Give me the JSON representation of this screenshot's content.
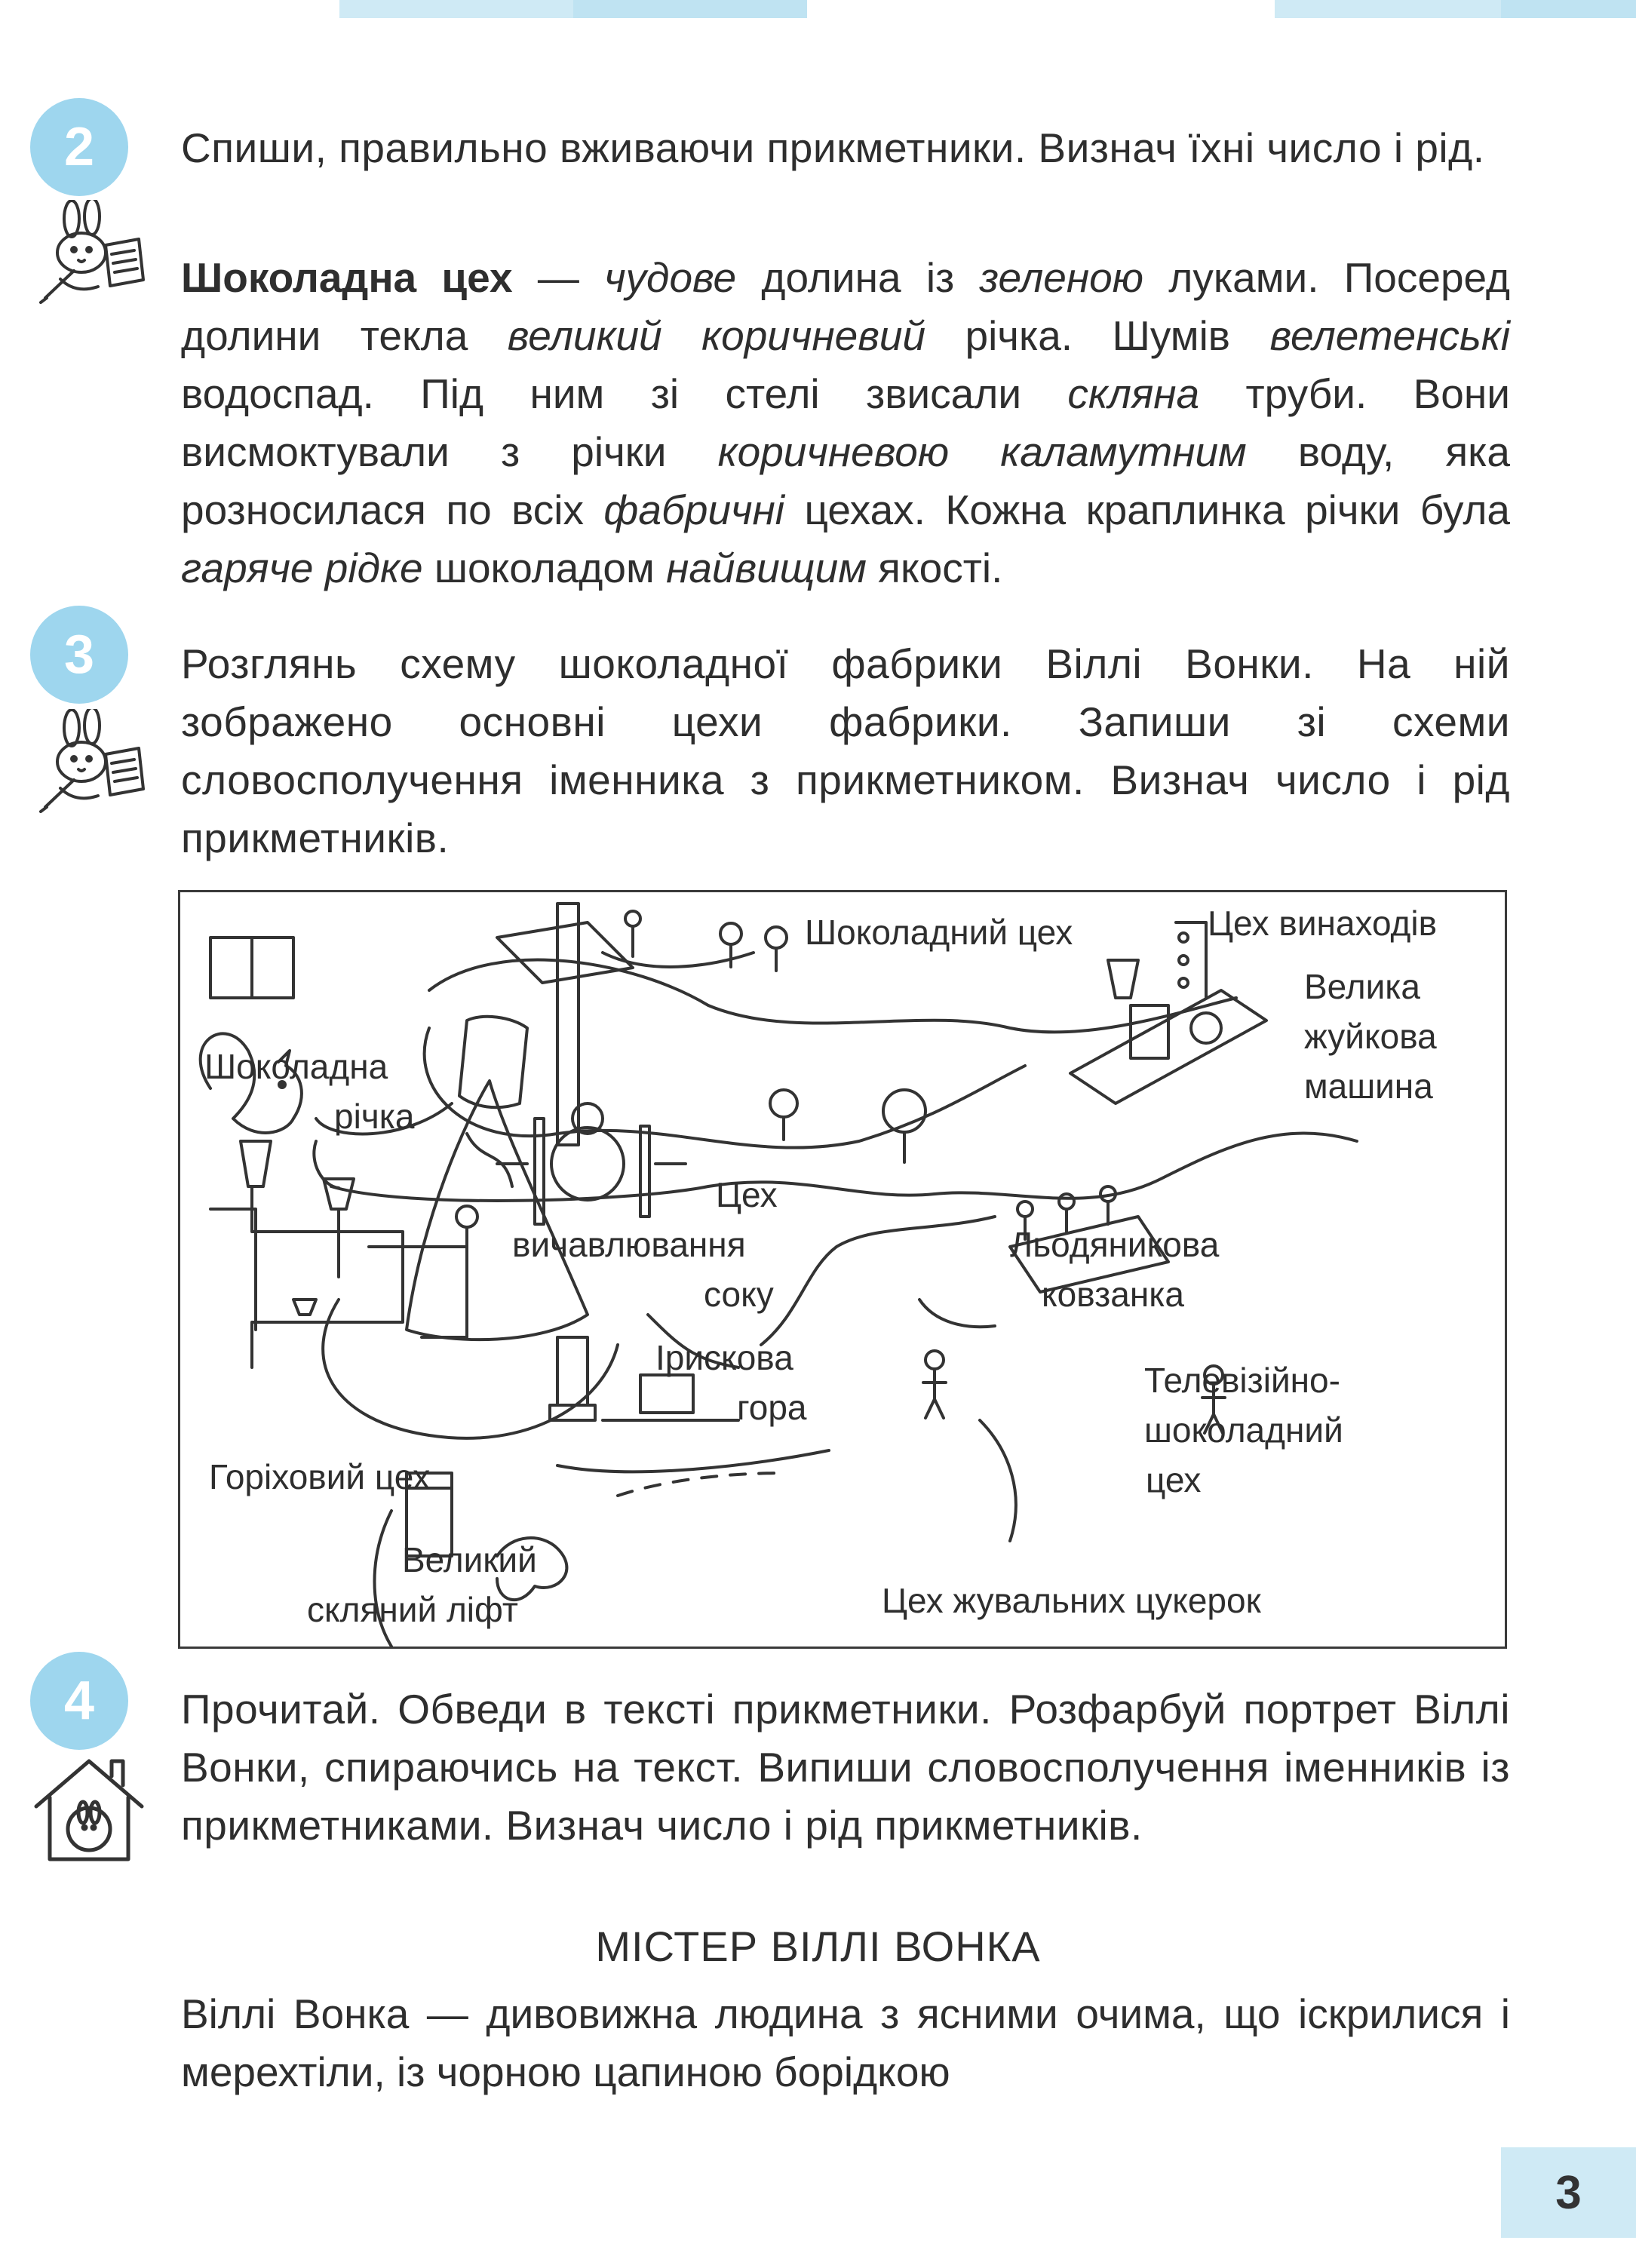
{
  "page_number": "3",
  "ex2": {
    "number": "2",
    "instruction": "Спиши, правильно вживаючи прикметники. Визнач їхні число і рід.",
    "segments": [
      {
        "t": "Шоколадна цех",
        "s": "b"
      },
      {
        "t": " — ",
        "s": ""
      },
      {
        "t": "чудове",
        "s": "i"
      },
      {
        "t": " долина із ",
        "s": ""
      },
      {
        "t": "зеленою",
        "s": "i"
      },
      {
        "t": " луками. Посеред долини текла ",
        "s": ""
      },
      {
        "t": "великий коричневий",
        "s": "i"
      },
      {
        "t": " річка. Шумів ",
        "s": ""
      },
      {
        "t": "велетенські",
        "s": "i"
      },
      {
        "t": " водоспад. Під ним зі стелі звисали ",
        "s": ""
      },
      {
        "t": "скляна",
        "s": "i"
      },
      {
        "t": " труби. Вони висмоктували з річки ",
        "s": ""
      },
      {
        "t": "коричневою каламутним",
        "s": "i"
      },
      {
        "t": " воду, яка розносилася по всіх ",
        "s": ""
      },
      {
        "t": "фабричні",
        "s": "i"
      },
      {
        "t": " цехах. Кожна краплинка річки була ",
        "s": ""
      },
      {
        "t": "гаряче рідке",
        "s": "i"
      },
      {
        "t": " шоколадом ",
        "s": ""
      },
      {
        "t": "найвищим",
        "s": "i"
      },
      {
        "t": " якості.",
        "s": ""
      }
    ]
  },
  "ex3": {
    "number": "3",
    "instruction": "Розглянь схему шоколадної фабрики Віллі Вонки. На ній зображено основні цехи фабрики. Запиши зі схеми словосполучення іменника з прикметником. Визнач число і рід прикметників.",
    "map_labels": {
      "chocolate_shop": "Шоколадний цех",
      "inventions_shop": "Цех винаходів",
      "gum_machine_1": "Велика",
      "gum_machine_2": "жуйкова",
      "gum_machine_3": "машина",
      "river_1": "Шоколадна",
      "river_2": "річка",
      "juice_1": "Цех",
      "juice_2": "вичавлювання",
      "juice_3": "соку",
      "rink_1": "Льодяникова",
      "rink_2": "ковзанка",
      "toffee_1": "Ірискова",
      "toffee_2": "гора",
      "tv_1": "Телевізійно-",
      "tv_2": "шоколадний",
      "tv_3": "цех",
      "nut_shop": "Горіховий цех",
      "lift_1": "Великий",
      "lift_2": "скляний ліфт",
      "chewy_shop": "Цех жувальних цукерок"
    }
  },
  "ex4": {
    "number": "4",
    "instruction": "Прочитай. Обведи в тексті прикметники. Розфарбуй портрет Віллі Вонки, спираючись на текст. Випиши словосполучення іменників із прикметниками. Визнач число і рід прикметників.",
    "title": "МІСТЕР ВІЛЛІ ВОНКА",
    "text": "Віллі Вонка — дивовижна людина з ясними очима, що іскрилися і мерехтіли, із чорною цапиною борідкою"
  },
  "colors": {
    "accent": "#9ed6ee",
    "band": "#cfeaf5",
    "text": "#2e2e2e"
  }
}
